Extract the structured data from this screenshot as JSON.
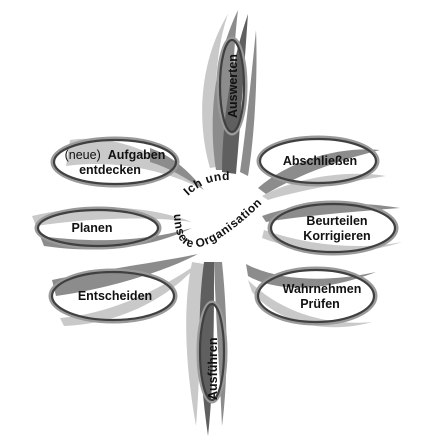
{
  "center": {
    "upper_text": "Ich und",
    "lower_text": "unsere Organisation"
  },
  "petals": {
    "top": {
      "label": "Auswerten"
    },
    "bottom": {
      "label": "Ausführen"
    },
    "upper_left": {
      "prefix": "(neue)",
      "line1": "Aufgaben",
      "line2": "entdecken"
    },
    "upper_right": {
      "line1": "Abschließen"
    },
    "middle_left": {
      "line1": "Planen"
    },
    "middle_right": {
      "line1": "Beurteilen",
      "line2": "Korrigieren"
    },
    "lower_left": {
      "line1": "Entscheiden"
    },
    "lower_right": {
      "line1": "Wahrnehmen",
      "line2": "Prüfen"
    }
  }
}
